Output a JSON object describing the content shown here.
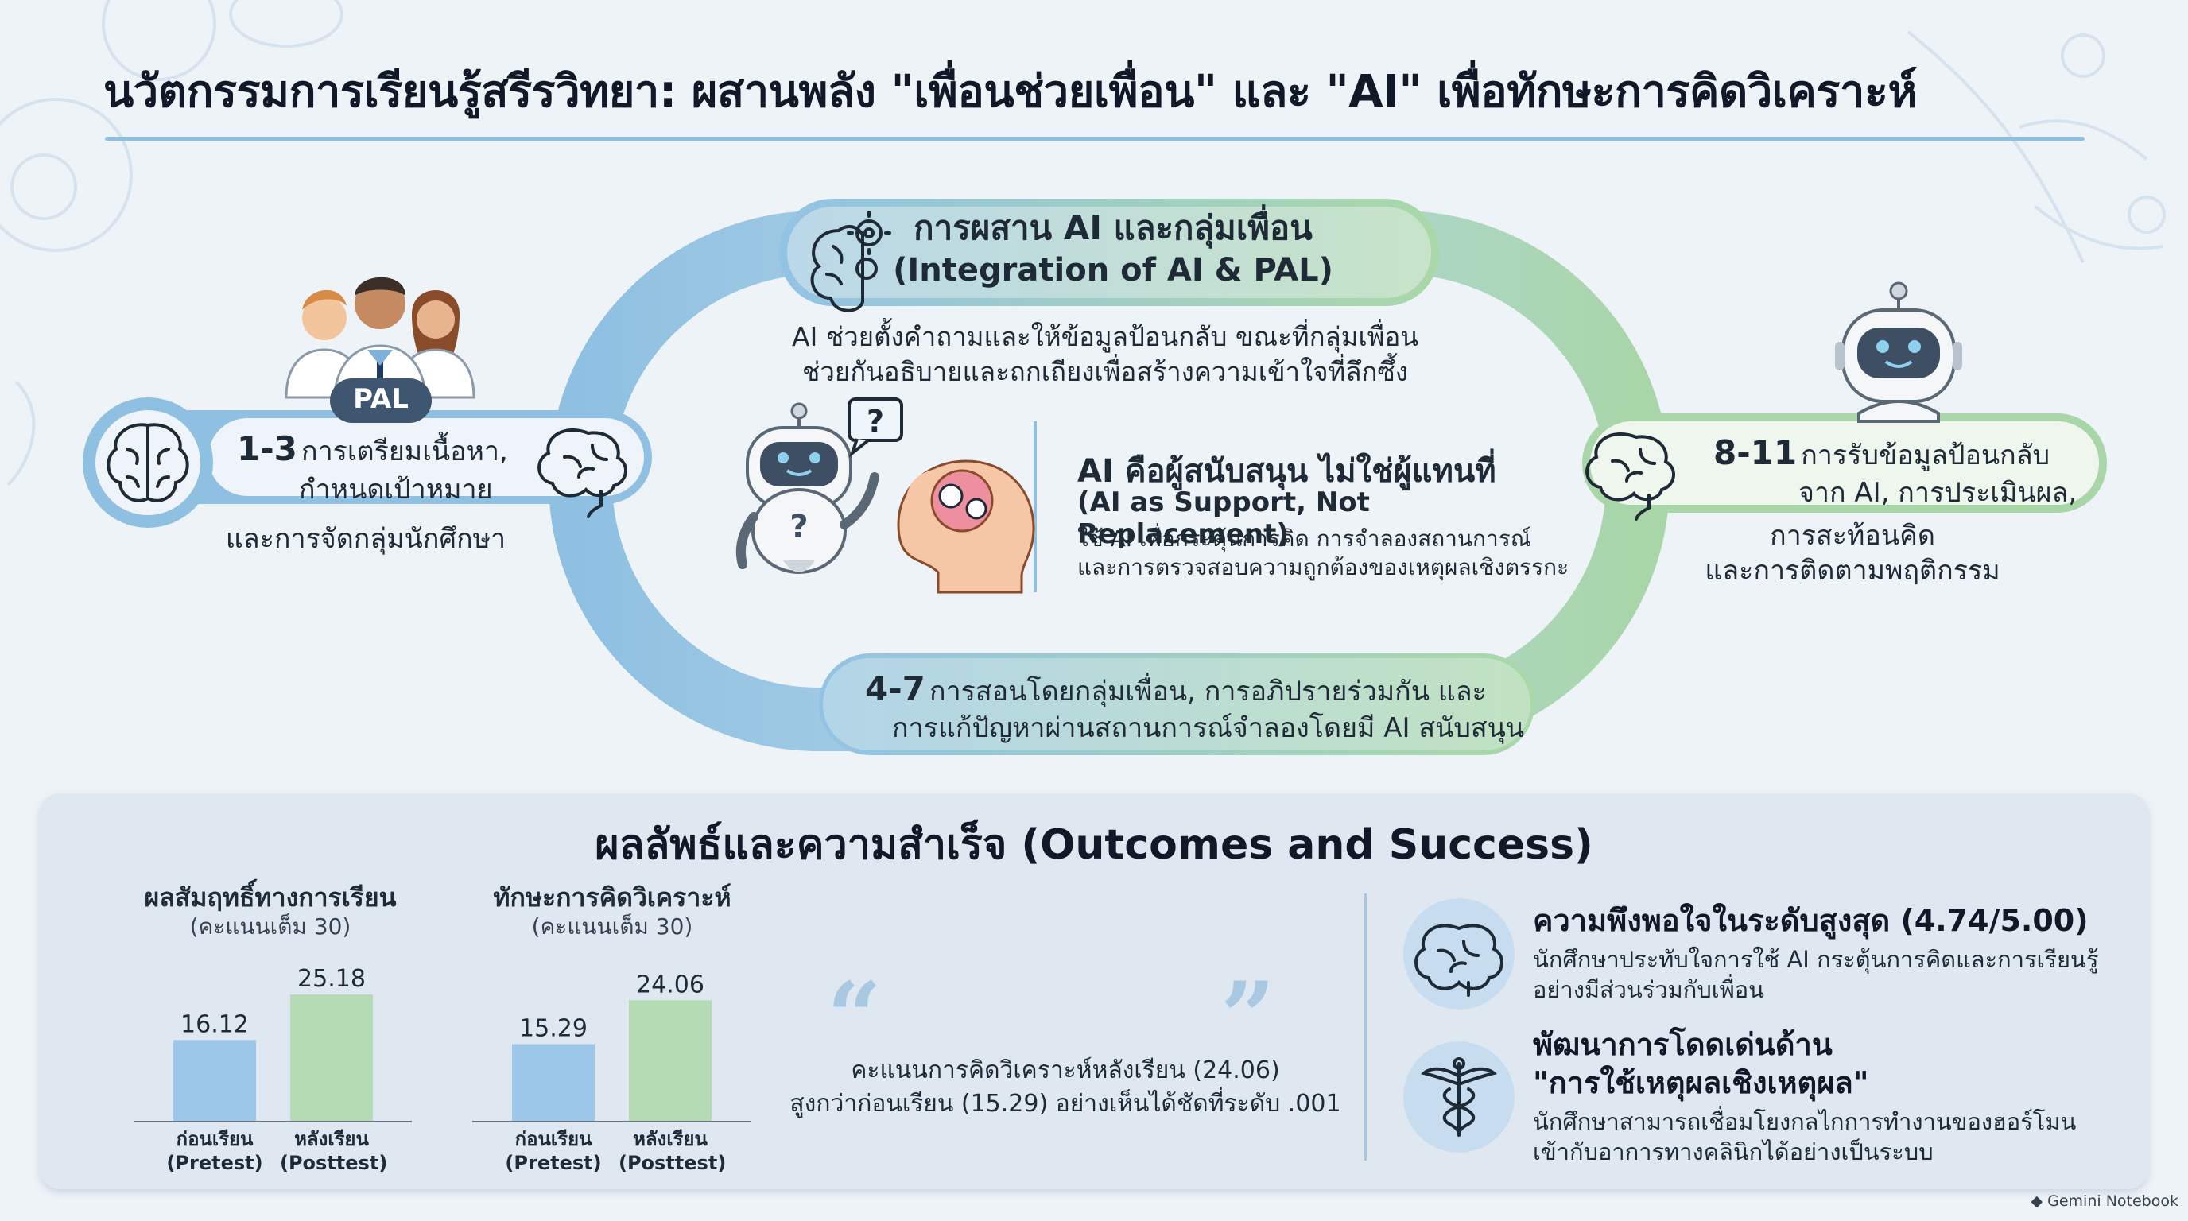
{
  "title": "นวัตกรรมการเรียนรู้สรีรวิทยา: ผสานพลัง \"เพื่อนช่วยเพื่อน\" และ \"AI\" เพื่อทักษะการคิดวิเคราะห์",
  "top_box": {
    "title_th": "การผสาน AI และกลุ่มเพื่อน",
    "title_en": "(Integration of AI & PAL)",
    "desc_line1": "AI ช่วยตั้งคำถามและให้ข้อมูลป้อนกลับ ขณะที่กลุ่มเพื่อน",
    "desc_line2": "ช่วยกันอธิบายและถกเถียงเพื่อสร้างความเข้าใจที่ลึกซึ้ง"
  },
  "center": {
    "title_th": "AI คือผู้สนับสนุน ไม่ใช่ผู้แทนที่",
    "title_en": "(AI as Support, Not Replacement)",
    "desc_line1": "ใช้ AI เพื่อกระตุ้นการคิด การจำลองสถานการณ์",
    "desc_line2": "และการตรวจสอบความถูกต้องของเหตุผลเชิงตรรกะ"
  },
  "pal_badge": "PAL",
  "step1": {
    "num": "1-3",
    "line1": "การเตรียมเนื้อหา,",
    "line2": "กำหนดเป้าหมาย",
    "line3": "และการจัดกลุ่มนักศึกษา"
  },
  "step2": {
    "num": "4-7",
    "line1": "การสอนโดยกลุ่มเพื่อน, การอภิปรายร่วมกัน และ",
    "line2": "การแก้ปัญหาผ่านสถานการณ์จำลองโดยมี AI สนับสนุน"
  },
  "step3": {
    "num": "8-11",
    "line1": "การรับข้อมูลป้อนกลับ",
    "line2": "จาก AI, การประเมินผล,",
    "line3": "การสะท้อนคิด",
    "line4": "และการติดตามพฤติกรรม"
  },
  "outcomes": {
    "title": "ผลลัพธ์และความสำเร็จ (Outcomes and Success)",
    "quote_line1": "คะแนนการคิดวิเคราะห์หลังเรียน (24.06)",
    "quote_line2": "สูงกว่าก่อนเรียน (15.29) อย่างเห็นได้ชัดที่ระดับ .001",
    "ach1_title": "ความพึงพอใจในระดับสูงสุด (4.74/5.00)",
    "ach1_line1": "นักศึกษาประทับใจการใช้ AI กระตุ้นการคิดและการเรียนรู้",
    "ach1_line2": "อย่างมีส่วนร่วมกับเพื่อน",
    "ach2_title1": "พัฒนาการโดดเด่นด้าน",
    "ach2_title2": "\"การใช้เหตุผลเชิงเหตุผล\"",
    "ach2_line1": "นักศึกษาสามารถเชื่อมโยงกลไกการทำงานของฮอร์โมน",
    "ach2_line2": "เข้ากับอาการทางคลินิกได้อย่างเป็นระบบ"
  },
  "chart_data": [
    {
      "type": "bar",
      "title": "ผลสัมฤทธิ์ทางการเรียน",
      "subtitle": "(คะแนนเต็ม 30)",
      "categories": [
        "ก่อนเรียน (Pretest)",
        "หลังเรียน (Posttest)"
      ],
      "category_lines": [
        [
          "ก่อนเรียน",
          "(Pretest)"
        ],
        [
          "หลังเรียน",
          "(Posttest)"
        ]
      ],
      "value_labels": [
        "16.12",
        "25.18"
      ],
      "values": [
        16.12,
        25.18
      ],
      "colors": [
        "#9cc7e8",
        "#b5dbb5"
      ],
      "ylim": [
        0,
        30
      ]
    },
    {
      "type": "bar",
      "title": "ทักษะการคิดวิเคราะห์",
      "subtitle": "(คะแนนเต็ม 30)",
      "categories": [
        "ก่อนเรียน (Pretest)",
        "หลังเรียน (Posttest)"
      ],
      "category_lines": [
        [
          "ก่อนเรียน",
          "(Pretest)"
        ],
        [
          "หลังเรียน",
          "(Posttest)"
        ]
      ],
      "value_labels": [
        "15.29",
        "24.06"
      ],
      "values": [
        15.29,
        24.06
      ],
      "colors": [
        "#9cc7e8",
        "#b5dbb5"
      ],
      "ylim": [
        0,
        30
      ]
    }
  ],
  "footer": "Gemini Notebook",
  "colors": {
    "loop_blue": "#8fc0e2",
    "loop_green": "#a8d6a8",
    "panel_bg": "#dfe7f0",
    "icon_circle": "#c7ddef",
    "accent_rule": "#8fbfe0"
  }
}
